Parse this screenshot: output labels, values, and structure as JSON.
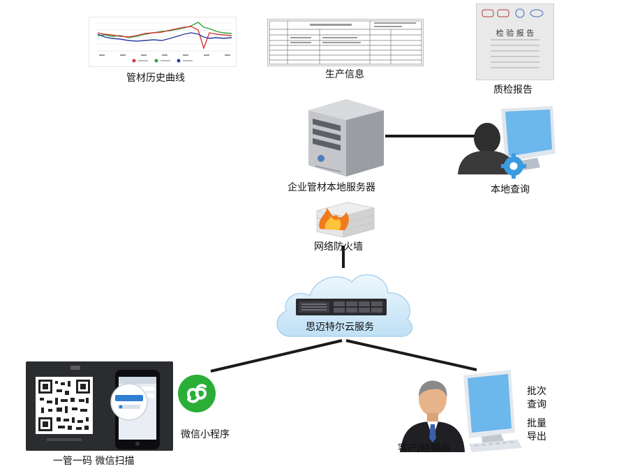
{
  "nodes": {
    "history_curve": "管材历史曲线",
    "production_info": "生产信息",
    "inspection_report": "质检报告",
    "local_server": "企业管材本地服务器",
    "local_query": "本地查询",
    "firewall": "网络防火墙",
    "cloud_service": "思迈特尔云服务",
    "qr_scan": "一管一码 微信扫描",
    "mini_program": "微信小程序",
    "customer": "客户/经销商"
  },
  "customer_actions": {
    "batch_query_1": "批次",
    "batch_query_2": "查询",
    "batch_export_1": "批量",
    "batch_export_2": "导出"
  },
  "report_thumb": {
    "title": "检 验 报 告"
  },
  "colors": {
    "line": "#1a1a1a",
    "cloud": "#d6ecfa",
    "wechat_green": "#2aae37",
    "monitor_blue": "#6cb7ec"
  }
}
